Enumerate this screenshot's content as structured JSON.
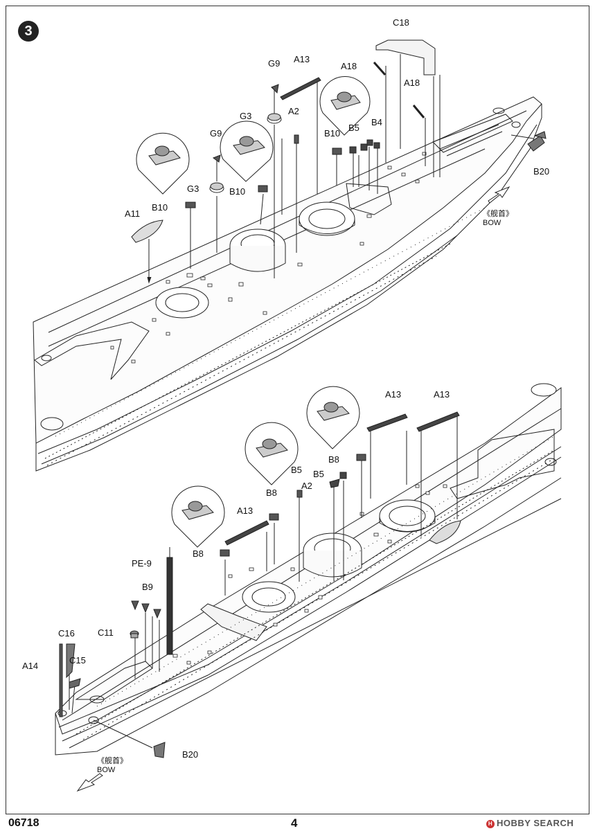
{
  "step_number": "3",
  "labels": {
    "C18": "C18",
    "A18": "A18",
    "A13": "A13",
    "G9": "G9",
    "G3": "G3",
    "A2": "A2",
    "B10": "B10",
    "B5": "B5",
    "B4": "B4",
    "A11": "A11",
    "B20": "B20",
    "B8": "B8",
    "PE9": "PE-9",
    "B9": "B9",
    "C11": "C11",
    "C16": "C16",
    "C15": "C15",
    "A14": "A14"
  },
  "bow": {
    "cn": "《舰首》",
    "en": "BOW"
  },
  "footer": {
    "code": "06718",
    "page": "4"
  },
  "watermark": {
    "mark": "H",
    "text": "HOBBY SEARCH"
  }
}
